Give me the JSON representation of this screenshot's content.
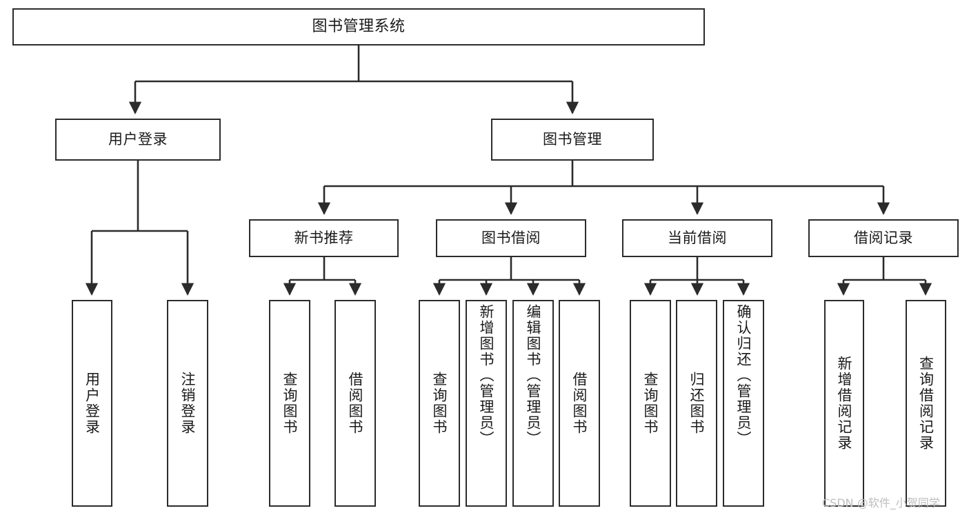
{
  "diagram": {
    "type": "tree",
    "title": "图书管理系统",
    "watermark": "CSDN @软件_小贺同学",
    "colors": {
      "stroke": "#2b2b2b",
      "fill": "#ffffff",
      "text": "#1a1a1a",
      "watermark": "#bdbdbd"
    },
    "nodes": {
      "root": {
        "label": "图书管理系统"
      },
      "tier2": [
        {
          "label": "用户登录"
        },
        {
          "label": "图书管理"
        }
      ],
      "tier3": [
        {
          "label": "新书推荐"
        },
        {
          "label": "图书借阅"
        },
        {
          "label": "当前借阅"
        },
        {
          "label": "借阅记录"
        }
      ],
      "leaves_user_login": [
        {
          "label": "用户登录"
        },
        {
          "label": "注销登录"
        }
      ],
      "leaves_new_books": [
        {
          "label": "查询图书"
        },
        {
          "label": "借阅图书"
        }
      ],
      "leaves_borrow": [
        {
          "label": "查询图书"
        },
        {
          "label": "新增图书（管理员）"
        },
        {
          "label": "编辑图书（管理员）"
        },
        {
          "label": "借阅图书"
        }
      ],
      "leaves_current": [
        {
          "label": "查询图书"
        },
        {
          "label": "归还图书"
        },
        {
          "label": "确认归还（管理员）"
        }
      ],
      "leaves_records": [
        {
          "label": "新增借阅记录"
        },
        {
          "label": "查询借阅记录"
        }
      ]
    }
  }
}
